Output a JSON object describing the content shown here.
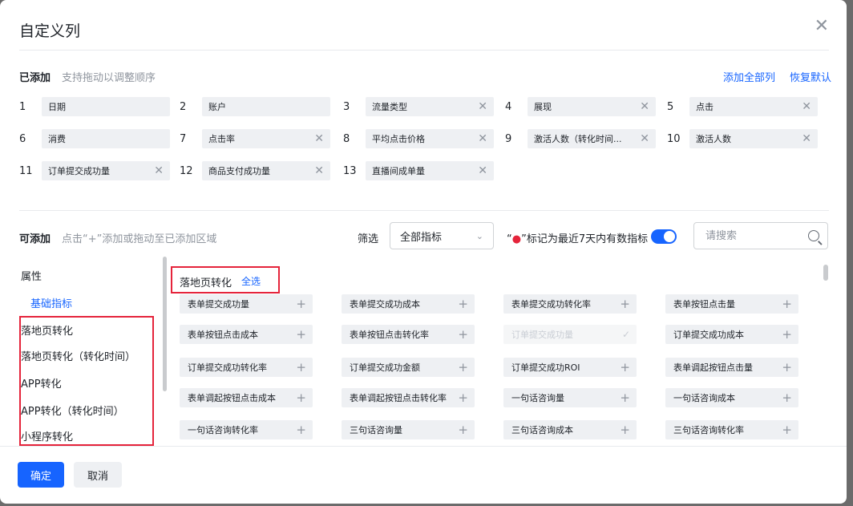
{
  "dialog": {
    "title": "自定义列",
    "close_icon": "close-icon"
  },
  "added": {
    "label": "已添加",
    "hint": "支持拖动以调整顺序",
    "add_all": "添加全部列",
    "restore_default": "恢复默认",
    "items": [
      {
        "num": "1",
        "label": "日期",
        "removable": false
      },
      {
        "num": "2",
        "label": "账户",
        "removable": false
      },
      {
        "num": "3",
        "label": "流量类型",
        "removable": true
      },
      {
        "num": "4",
        "label": "展现",
        "removable": true
      },
      {
        "num": "5",
        "label": "点击",
        "removable": true
      },
      {
        "num": "6",
        "label": "消费",
        "removable": false
      },
      {
        "num": "7",
        "label": "点击率",
        "removable": true
      },
      {
        "num": "8",
        "label": "平均点击价格",
        "removable": true
      },
      {
        "num": "9",
        "label": "激活人数（转化时间...",
        "removable": true
      },
      {
        "num": "10",
        "label": "激活人数",
        "removable": true
      },
      {
        "num": "11",
        "label": "订单提交成功量",
        "removable": true
      },
      {
        "num": "12",
        "label": "商品支付成功量",
        "removable": true
      },
      {
        "num": "13",
        "label": "直播间成单量",
        "removable": true
      }
    ]
  },
  "available": {
    "label": "可添加",
    "hint": "点击“+”添加或拖动至已添加区域",
    "filter_label": "筛选",
    "filter_value": "全部指标",
    "recent_prefix": "“",
    "recent_dot": "●",
    "recent_text": "”标记为最近7天内有数指标",
    "recent_toggle_on": true,
    "search_placeholder": "请搜索"
  },
  "categories": [
    {
      "label": "属性",
      "active": false
    },
    {
      "label": "基础指标",
      "active": true
    },
    {
      "label": "落地页转化",
      "active": false
    },
    {
      "label": "落地页转化（转化时间）",
      "active": false
    },
    {
      "label": "APP转化",
      "active": false
    },
    {
      "label": "APP转化（转化时间）",
      "active": false
    },
    {
      "label": "小程序转化",
      "active": false
    }
  ],
  "group": {
    "title": "落地页转化",
    "select_all": "全选"
  },
  "metrics": [
    {
      "label": "表单提交成功量",
      "disabled": false
    },
    {
      "label": "表单提交成功成本",
      "disabled": false
    },
    {
      "label": "表单提交成功转化率",
      "disabled": false
    },
    {
      "label": "表单按钮点击量",
      "disabled": false
    },
    {
      "label": "表单按钮点击成本",
      "disabled": false
    },
    {
      "label": "表单按钮点击转化率",
      "disabled": false
    },
    {
      "label": "订单提交成功量",
      "disabled": true
    },
    {
      "label": "订单提交成功成本",
      "disabled": false
    },
    {
      "label": "订单提交成功转化率",
      "disabled": false
    },
    {
      "label": "订单提交成功金额",
      "disabled": false
    },
    {
      "label": "订单提交成功ROI",
      "disabled": false
    },
    {
      "label": "表单调起按钮点击量",
      "disabled": false
    },
    {
      "label": "表单调起按钮点击成本",
      "disabled": false
    },
    {
      "label": "表单调起按钮点击转化率",
      "disabled": false
    },
    {
      "label": "一句话咨询量",
      "disabled": false
    },
    {
      "label": "一句话咨询成本",
      "disabled": false
    },
    {
      "label": "一句话咨询转化率",
      "disabled": false
    },
    {
      "label": "三句话咨询量",
      "disabled": false
    },
    {
      "label": "三句话咨询成本",
      "disabled": false
    },
    {
      "label": "三句话咨询转化率",
      "disabled": false
    }
  ],
  "footer": {
    "confirm": "确定",
    "cancel": "取消"
  },
  "colors": {
    "accent": "#1664ff",
    "highlight": "#e5243b"
  }
}
